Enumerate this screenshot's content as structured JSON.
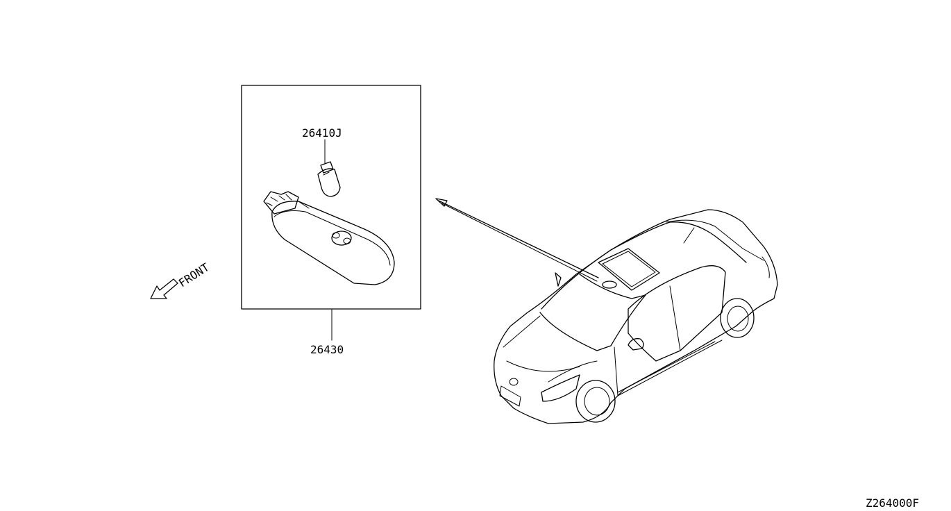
{
  "labels": {
    "bulb_part": "26410J",
    "lamp_assembly_part": "26430",
    "front_direction": "FRONT",
    "diagram_code": "Z264000F"
  },
  "icons": {
    "front_arrow": "arrow-down-left-icon",
    "bulb": "wedge-bulb-icon",
    "lamp": "interior-lamp-icon",
    "car": "sedan-car-icon",
    "leader": "double-arrow-icon"
  },
  "colors": {
    "ink": "#000000",
    "background": "#ffffff"
  }
}
